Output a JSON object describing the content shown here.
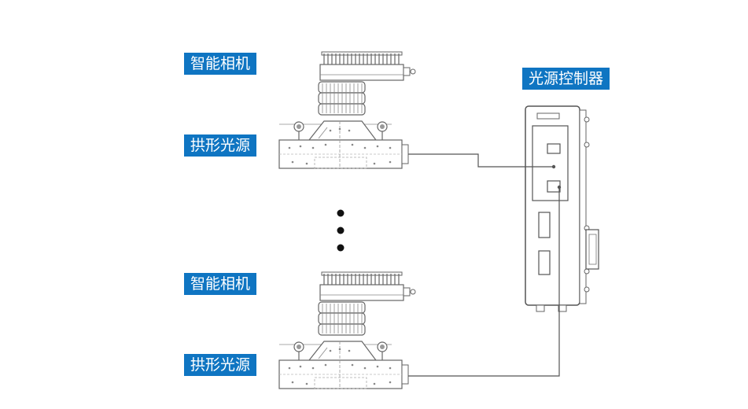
{
  "labels": {
    "camera_top": "智能相机",
    "light_top": "拱形光源",
    "camera_bottom": "智能相机",
    "light_bottom": "拱形光源",
    "controller": "光源控制器"
  },
  "ellipsis_dot_count": 3,
  "colors": {
    "label_bg": "#0f75c2",
    "label_text": "#ffffff",
    "line": "#555555",
    "dot": "#111111"
  }
}
